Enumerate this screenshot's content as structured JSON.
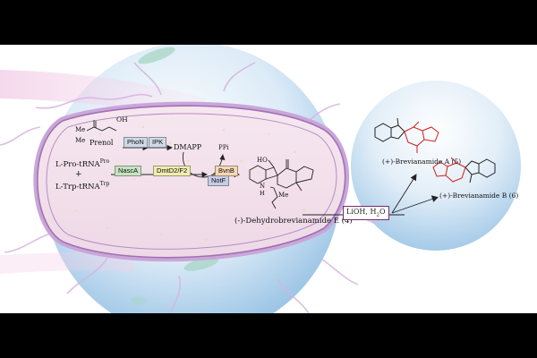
{
  "labels": {
    "prenol": "Prenol",
    "oh": "OH",
    "me1": "Me",
    "me2": "Me",
    "ppi": "PPi",
    "dmapp": "DMAPP",
    "l_pro": "L-Pro-tRNA",
    "l_pro_sup": "Pro",
    "plus": "+",
    "l_trp": "L-Trp-tRNA",
    "l_trp_sup": "Trp",
    "dehydro": "(-)-Dehydrobrevianamide E (4)",
    "ho": "HO",
    "nh_label": "N",
    "h_label": "H",
    "me_sub": "Me",
    "bre_a": "(+)-Brevianamide A (5)",
    "bre_b": "(+)-Brevianamide B (6)",
    "lioh": "LiOH, H",
    "lioh_sub": "2",
    "lioh_end": "O"
  },
  "enzymes": {
    "phon": "PhoN",
    "ipk": "IPK",
    "nasca": "NascA",
    "dmatd": "DmtD2/F2",
    "notf": "NotF",
    "bvnb": "BvnB"
  },
  "colors": {
    "phon": "#cfd9e8",
    "ipk": "#cfd9e8",
    "nasca": "#c7e3c0",
    "dmatd": "#f1ecb0",
    "notf": "#c6cde6",
    "bvnb": "#f5d7b4",
    "product_red": "#d21a1a",
    "membrane": "#b98cc8",
    "cell_interior": "#f4e4ec",
    "sphere_blue": "#b5d3ec"
  }
}
